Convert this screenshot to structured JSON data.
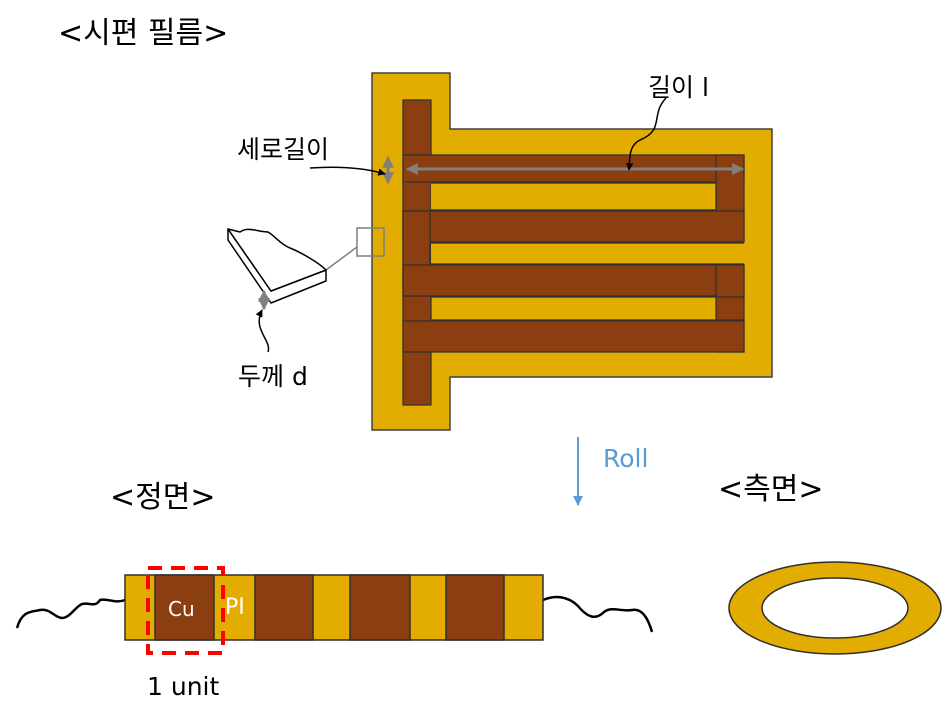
{
  "titles": {
    "film": "<시편 필름>",
    "front": "<정면>",
    "side": "<측면>"
  },
  "labels": {
    "length": "길이 l",
    "width": "세로길이",
    "thickness": "두께 d",
    "roll": "Roll",
    "cu": "Cu",
    "pi": "PI",
    "unit": "1 unit"
  },
  "colors": {
    "polyimide": "#e3ac00",
    "copper": "#8b3e0f",
    "dimension_arrow": "#808080",
    "roll_arrow": "#5b9bd5",
    "unit_box": "#ff0000"
  }
}
